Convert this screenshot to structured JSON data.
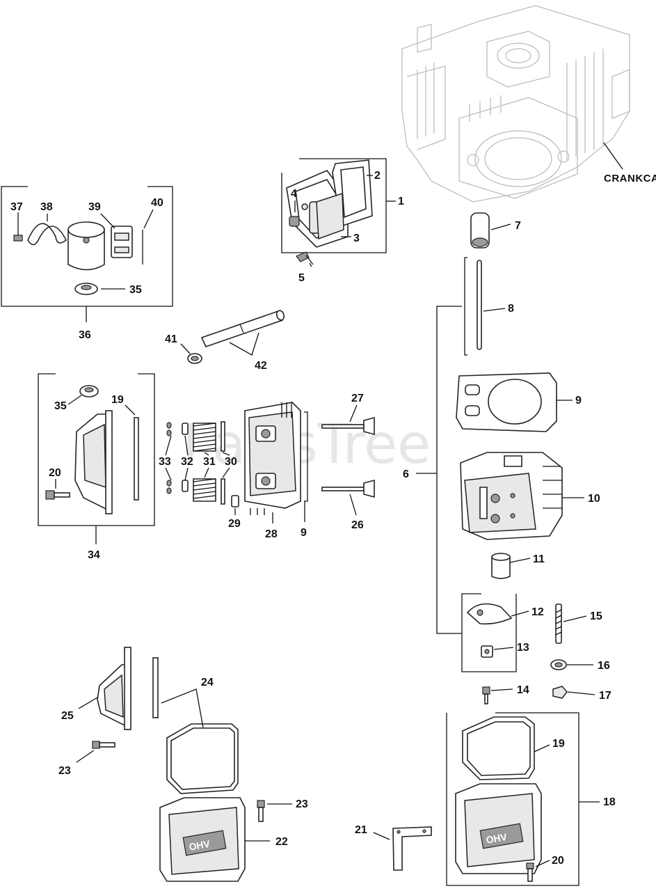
{
  "watermark": "PartsTree",
  "labels": {
    "crankcase": "CRANKCASE",
    "n1": "1",
    "n2": "2",
    "n3": "3",
    "n4": "4",
    "n5": "5",
    "n6": "6",
    "n7": "7",
    "n8": "8",
    "n9a": "9",
    "n9b": "9",
    "n10": "10",
    "n11": "11",
    "n12": "12",
    "n13": "13",
    "n14": "14",
    "n15": "15",
    "n16": "16",
    "n17": "17",
    "n18": "18",
    "n19a": "19",
    "n19b": "19",
    "n20a": "20",
    "n20b": "20",
    "n21": "21",
    "n22": "22",
    "n23a": "23",
    "n23b": "23",
    "n24": "24",
    "n25": "25",
    "n26": "26",
    "n27": "27",
    "n28": "28",
    "n29": "29",
    "n30": "30",
    "n31": "31",
    "n32": "32",
    "n33": "33",
    "n34": "34",
    "n35a": "35",
    "n35b": "35",
    "n36": "36",
    "n37": "37",
    "n38": "38",
    "n39": "39",
    "n40": "40",
    "n41": "41",
    "n42": "42"
  },
  "cover_text": "OHV"
}
